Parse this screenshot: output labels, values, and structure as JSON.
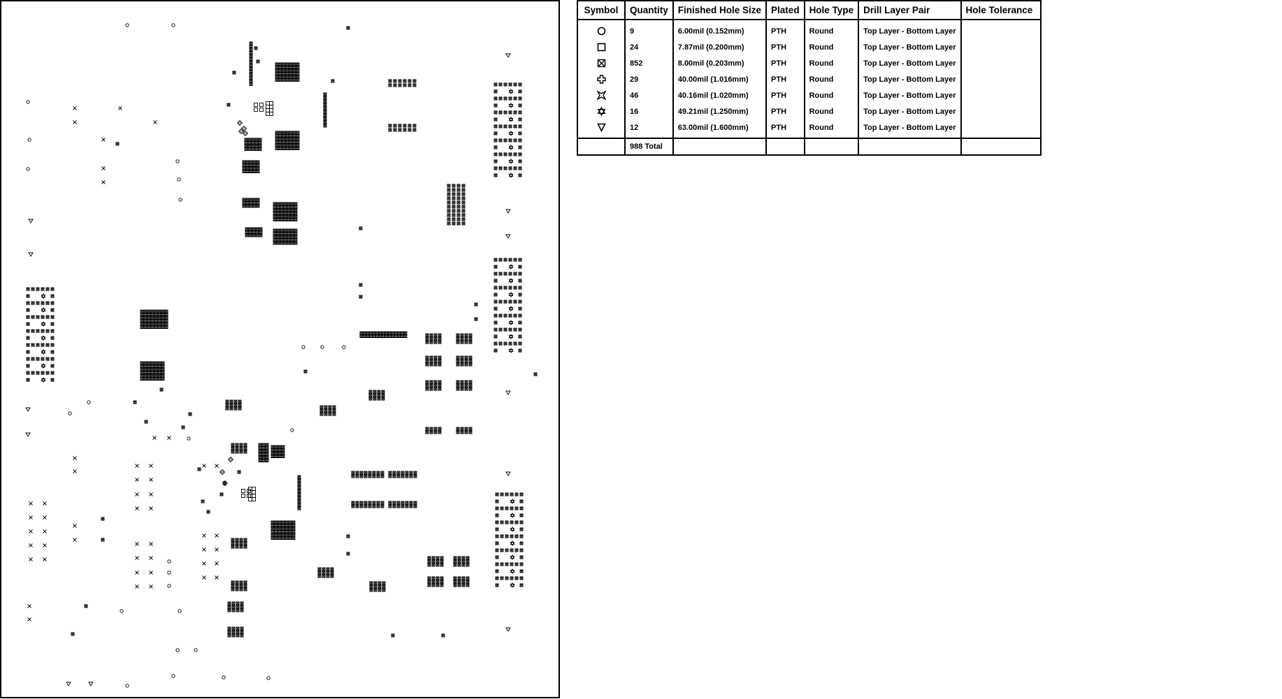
{
  "drill_table": {
    "headers": {
      "symbol": "Symbol",
      "quantity": "Quantity",
      "finished_hole_size": "Finished Hole Size",
      "plated": "Plated",
      "hole_type": "Hole Type",
      "drill_layer_pair": "Drill Layer Pair",
      "hole_tolerance": "Hole Tolerance"
    },
    "rows": [
      {
        "symbol": "circle-icon",
        "quantity": "9",
        "size": "6.00mil (0.152mm)",
        "plated": "PTH",
        "hole_type": "Round",
        "layer_pair": "Top Layer - Bottom Layer",
        "tolerance": ""
      },
      {
        "symbol": "square-icon",
        "quantity": "24",
        "size": "7.87mil (0.200mm)",
        "plated": "PTH",
        "hole_type": "Round",
        "layer_pair": "Top Layer - Bottom Layer",
        "tolerance": ""
      },
      {
        "symbol": "crossed-box-icon",
        "quantity": "852",
        "size": "8.00mil (0.203mm)",
        "plated": "PTH",
        "hole_type": "Round",
        "layer_pair": "Top Layer - Bottom Layer",
        "tolerance": ""
      },
      {
        "symbol": "plus-outline-icon",
        "quantity": "29",
        "size": "40.00mil (1.016mm)",
        "plated": "PTH",
        "hole_type": "Round",
        "layer_pair": "Top Layer - Bottom Layer",
        "tolerance": ""
      },
      {
        "symbol": "four-point-star-icon",
        "quantity": "46",
        "size": "40.16mil (1.020mm)",
        "plated": "PTH",
        "hole_type": "Round",
        "layer_pair": "Top Layer - Bottom Layer",
        "tolerance": ""
      },
      {
        "symbol": "six-point-star-icon",
        "quantity": "16",
        "size": "49.21mil (1.250mm)",
        "plated": "PTH",
        "hole_type": "Round",
        "layer_pair": "Top Layer - Bottom Layer",
        "tolerance": ""
      },
      {
        "symbol": "triangle-down-icon",
        "quantity": "12",
        "size": "63.00mil (1.600mm)",
        "plated": "PTH",
        "hole_type": "Round",
        "layer_pair": "Top Layer - Bottom Layer",
        "tolerance": ""
      }
    ],
    "total": {
      "label": "988 Total"
    }
  },
  "colors": {
    "ink": "#000000",
    "background": "#ffffff"
  }
}
